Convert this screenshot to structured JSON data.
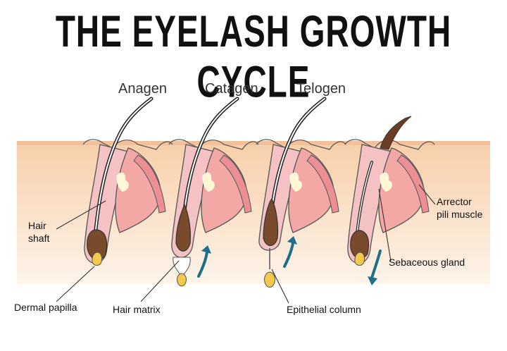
{
  "title": "THE EYELASH GROWTH CYCLE",
  "stages": [
    "Anagen",
    "Catagen",
    "Telogen"
  ],
  "labels": {
    "hair_shaft": [
      "Hair",
      "shaft"
    ],
    "dermal_papilla": "Dermal papilla",
    "hair_matrix": "Hair matrix",
    "epithelial_column": "Epithelial column",
    "arrector_pili": [
      "Arrector",
      "pili muscle"
    ],
    "sebaceous_gland": "Sebaceous gland"
  },
  "colors": {
    "skin_top": "#f7cfa9",
    "skin_bottom": "#fdf0e3",
    "follicle": "#f5c2c4",
    "gland": "#f3a8a6",
    "hair": "#7a4a2c",
    "papilla": "#f2c94c",
    "arrow": "#1d6f8a"
  }
}
